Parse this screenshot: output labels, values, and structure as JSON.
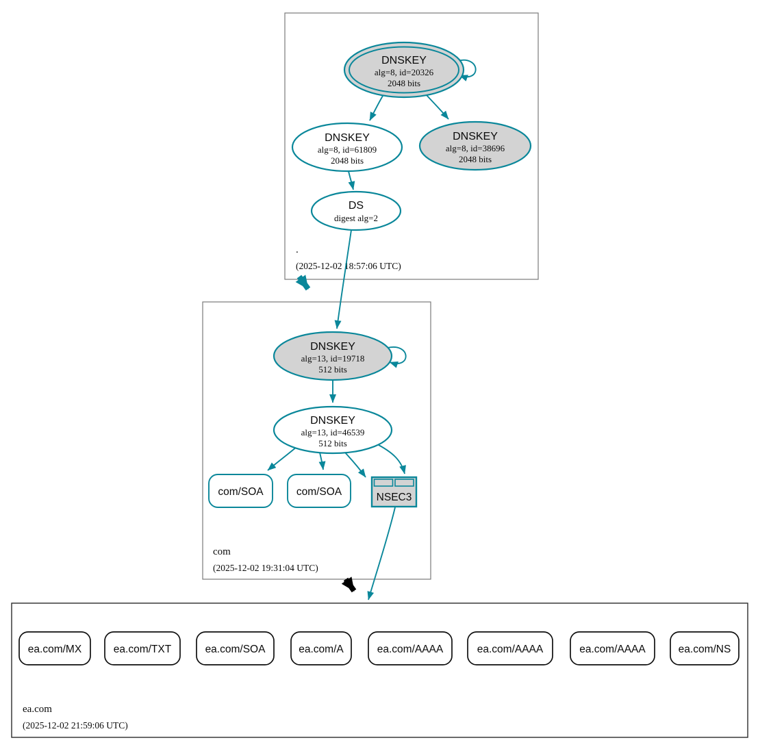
{
  "diagram_type": "dnssec-authentication-chain",
  "colors": {
    "secure": "#0a879a",
    "node-gray": "#d3d3d3",
    "zone-border": "#7a7a7a",
    "zone-border-dark": "#2b2b2b",
    "ink": "#000000"
  },
  "zones": {
    "root": {
      "label": ".",
      "timestamp": "(2025-12-02 18:57:06 UTC)",
      "ksk": {
        "title": "DNSKEY",
        "detail1": "alg=8, id=20326",
        "detail2": "2048 bits",
        "style": "double-ellipse trust-anchor",
        "fill": "gray",
        "self_signed": true
      },
      "zsk": {
        "title": "DNSKEY",
        "detail1": "alg=8, id=61809",
        "detail2": "2048 bits",
        "style": "ellipse",
        "fill": "white"
      },
      "key2": {
        "title": "DNSKEY",
        "detail1": "alg=8, id=38696",
        "detail2": "2048 bits",
        "style": "ellipse",
        "fill": "gray"
      },
      "ds": {
        "title": "DS",
        "detail1": "digest alg=2",
        "style": "ellipse",
        "fill": "white"
      }
    },
    "com": {
      "label": "com",
      "timestamp": "(2025-12-02 19:31:04 UTC)",
      "ksk": {
        "title": "DNSKEY",
        "detail1": "alg=13, id=19718",
        "detail2": "512 bits",
        "style": "ellipse",
        "fill": "gray",
        "self_signed": true
      },
      "zsk": {
        "title": "DNSKEY",
        "detail1": "alg=13, id=46539",
        "detail2": "512 bits",
        "style": "ellipse",
        "fill": "white"
      },
      "soa1": {
        "label": "com/SOA"
      },
      "soa2": {
        "label": "com/SOA"
      },
      "nsec3": {
        "label": "NSEC3"
      }
    },
    "eacom": {
      "label": "ea.com",
      "timestamp": "(2025-12-02 21:59:06 UTC)",
      "rrsets": [
        "ea.com/MX",
        "ea.com/TXT",
        "ea.com/SOA",
        "ea.com/A",
        "ea.com/AAAA",
        "ea.com/AAAA",
        "ea.com/AAAA",
        "ea.com/NS"
      ]
    }
  },
  "edges": [
    {
      "from": "root-ksk-20326",
      "to": "root-ksk-20326",
      "type": "self-signature",
      "status": "secure"
    },
    {
      "from": "root-ksk-20326",
      "to": "root-zsk-61809",
      "type": "signature",
      "status": "secure"
    },
    {
      "from": "root-ksk-20326",
      "to": "root-key-38696",
      "type": "signature",
      "status": "secure"
    },
    {
      "from": "root-zsk-61809",
      "to": "root-ds",
      "type": "signature",
      "status": "secure"
    },
    {
      "from": "root-ds",
      "to": "com-ksk-19718",
      "type": "delegation-digest",
      "status": "secure"
    },
    {
      "from": "zone-root",
      "to": "zone-com",
      "type": "delegation",
      "status": "secure"
    },
    {
      "from": "com-ksk-19718",
      "to": "com-ksk-19718",
      "type": "self-signature",
      "status": "secure"
    },
    {
      "from": "com-ksk-19718",
      "to": "com-zsk-46539",
      "type": "signature",
      "status": "secure"
    },
    {
      "from": "com-zsk-46539",
      "to": "com-soa-1",
      "type": "signature",
      "status": "secure"
    },
    {
      "from": "com-zsk-46539",
      "to": "com-soa-2",
      "type": "signature",
      "status": "secure"
    },
    {
      "from": "com-zsk-46539",
      "to": "com-nsec3",
      "type": "signature",
      "status": "secure"
    },
    {
      "from": "com-zsk-46539",
      "to": "com-nsec3",
      "type": "signature",
      "status": "secure"
    },
    {
      "from": "com-nsec3",
      "to": "zone-eacom",
      "type": "opt-out-proof",
      "status": "secure"
    },
    {
      "from": "zone-com",
      "to": "zone-eacom",
      "type": "delegation",
      "status": "insecure"
    }
  ]
}
